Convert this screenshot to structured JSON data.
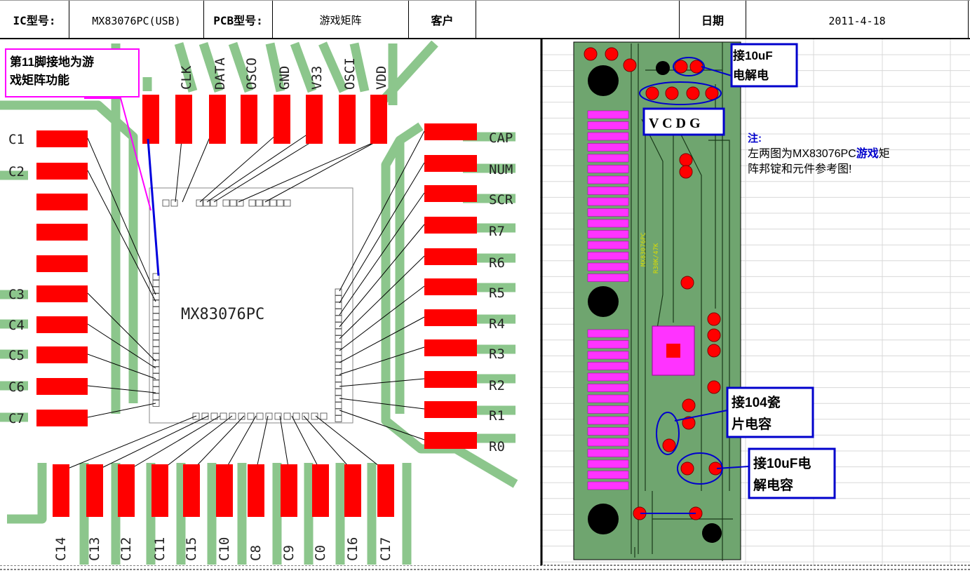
{
  "header": {
    "ic_label": "IC型号:",
    "ic_value": "MX83076PC(USB)",
    "pcb_label": "PCB型号:",
    "pcb_value": "游戏矩阵",
    "customer_label": "客户",
    "customer_value": "",
    "date_label": "日期",
    "date_value": "2011-4-18"
  },
  "bonding": {
    "chip_name": "MX83076PC",
    "note_pin11": [
      "第11脚接地为游",
      "戏矩阵功能"
    ],
    "top_pads": [
      "CLK",
      "DATA",
      "OSCO",
      "GND",
      "V33",
      "OSCI",
      "VDD"
    ],
    "left_pads": [
      "C1",
      "C2",
      "",
      "",
      "",
      "C3",
      "C4",
      "C5",
      "C6",
      "C7"
    ],
    "right_pads": [
      "CAP",
      "NUM",
      "SCR",
      "R7",
      "R6",
      "R5",
      "R4",
      "R3",
      "R2",
      "R1",
      "R0"
    ],
    "bottom_pads": [
      "C14",
      "C13",
      "C12",
      "C11",
      "C15",
      "C10",
      "C8",
      "C9",
      "C0",
      "C16",
      "C17"
    ]
  },
  "pcb": {
    "callout_top": [
      "接10uF",
      "电解电"
    ],
    "vcdg": "V C D G",
    "note_title": "注:",
    "note_line1_pre": "左两图为MX83076PC",
    "note_line1_hl": "游戏",
    "note_line1_post": "矩",
    "note_line2": "阵邦锭和元件参考图!",
    "callout_104": [
      "接104瓷",
      "片电容"
    ],
    "callout_10uf": [
      "接10uF电",
      "解电容"
    ],
    "colors": {
      "pad_red": "#ff0000",
      "trace_green": "#88c488",
      "board_green": "#6fa56f",
      "finger_magenta": "#ff33ff",
      "callout_blue": "#0000cc",
      "note_magenta": "#ff00ff"
    }
  }
}
